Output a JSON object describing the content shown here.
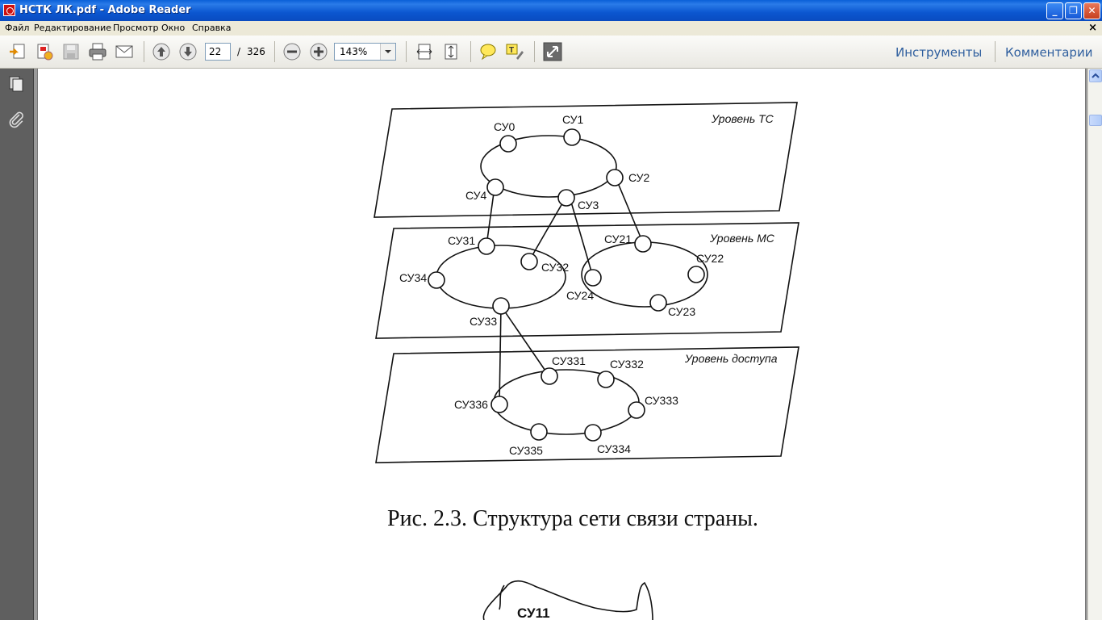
{
  "window": {
    "title": "НСТК ЛК.pdf - Adobe Reader"
  },
  "menu": {
    "items": [
      "Файл",
      "Редактирование",
      "Просмотр",
      "Окно",
      "Справка"
    ],
    "close": "×"
  },
  "toolbar": {
    "page_current": "22",
    "page_separator": "/",
    "page_total": "326",
    "zoom": "143%",
    "tools_label": "Инструменты",
    "comments_label": "Комментарии"
  },
  "figure": {
    "levels": {
      "tc": "Уровень ТС",
      "ms": "Уровень МС",
      "access": "Уровень доступа"
    },
    "nodes": {
      "su0": "СУ0",
      "su1": "СУ1",
      "su2": "СУ2",
      "su3": "СУ3",
      "su4": "СУ4",
      "su31": "СУ31",
      "su32": "СУ32",
      "su33": "СУ33",
      "su34": "СУ34",
      "su21": "СУ21",
      "su22": "СУ22",
      "su23": "СУ23",
      "su24": "СУ24",
      "su331": "СУ331",
      "su332": "СУ332",
      "su333": "СУ333",
      "su334": "СУ334",
      "su335": "СУ335",
      "su336": "СУ336",
      "su11": "СУ11"
    },
    "caption": "Рис. 2.3. Структура сети связи страны."
  }
}
